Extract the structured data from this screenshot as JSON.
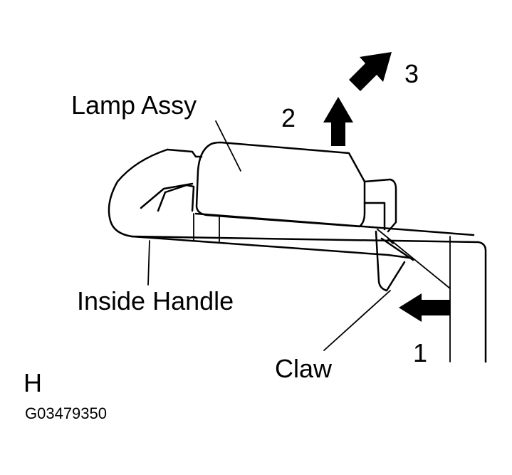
{
  "labels": {
    "lamp_assy": "Lamp Assy",
    "inside_handle": "Inside Handle",
    "claw": "Claw",
    "step_1": "1",
    "step_2": "2",
    "step_3": "3",
    "view_letter": "H",
    "figure_code": "G03479350"
  },
  "colors": {
    "ink": "#000000",
    "background": "#ffffff"
  }
}
